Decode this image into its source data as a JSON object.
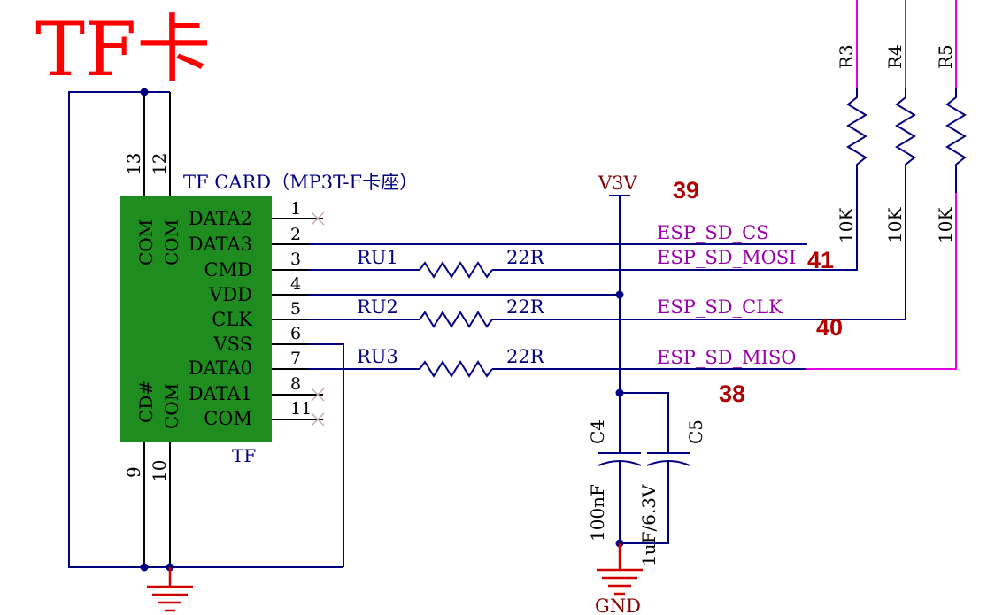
{
  "title": "TF卡",
  "connector": {
    "label": "TF CARD（MP3T-F卡座）",
    "designator": "TF",
    "left_pins": [
      "DATA2",
      "DATA3",
      "CMD",
      "VDD",
      "CLK",
      "VSS",
      "DATA0",
      "DATA1",
      "COM"
    ],
    "pin_numbers": [
      "1",
      "2",
      "3",
      "4",
      "5",
      "6",
      "7",
      "8",
      "11"
    ],
    "body_labels": [
      "COM",
      "COM",
      "CD#",
      "COM"
    ],
    "top_pins": [
      "13",
      "12"
    ],
    "bottom_pins": [
      "9",
      "10"
    ]
  },
  "series_resistors": [
    {
      "name": "RU1",
      "value": "22R"
    },
    {
      "name": "RU2",
      "value": "22R"
    },
    {
      "name": "RU3",
      "value": "22R"
    }
  ],
  "nets": [
    "ESP_SD_CS",
    "ESP_SD_MOSI",
    "ESP_SD_CLK",
    "ESP_SD_MISO"
  ],
  "power": {
    "rail": "V3V",
    "ground": "GND"
  },
  "capacitors": [
    {
      "name": "C4",
      "value": "100nF"
    },
    {
      "name": "C5",
      "value": "1uF/6.3V"
    }
  ],
  "pullups": [
    {
      "name": "R3",
      "value": "10K"
    },
    {
      "name": "R4",
      "value": "10K"
    },
    {
      "name": "R5",
      "value": "10K"
    }
  ],
  "gpio_numbers": {
    "cs": "39",
    "mosi": "41",
    "clk": "40",
    "miso": "38"
  },
  "colors": {
    "title": "#ff0000",
    "component_body": "#1e8c1e",
    "wire": "#000080",
    "net_label": "#9900aa",
    "pullup_wire": "#e000e0",
    "gpio_number": "#b00000",
    "ground_symbol": "#d00000"
  }
}
